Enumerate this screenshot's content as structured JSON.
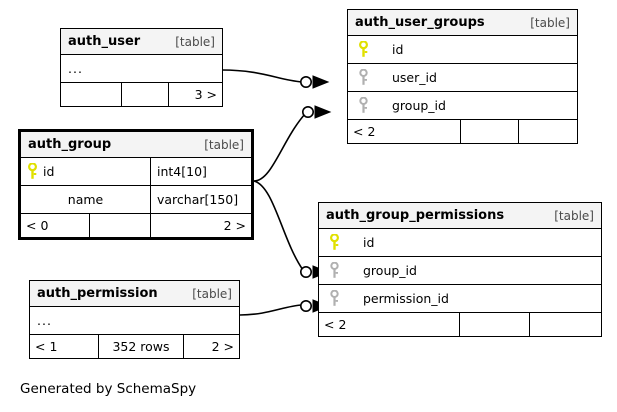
{
  "diagram": {
    "credit": "Generated by SchemaSpy",
    "kind_label": "[table]",
    "ellipsis": "...",
    "colors": {
      "primary_key": "#e8e800",
      "foreign_key": "#b0b0b0",
      "header_bg": "#f4f4f4",
      "border": "#000000",
      "background": "#ffffff"
    },
    "tables": [
      {
        "id": "auth_user",
        "name": "auth_user",
        "kind": "[table]",
        "focused": false,
        "collapsed": true,
        "columns": [],
        "footer": [
          "",
          "",
          "3 >"
        ]
      },
      {
        "id": "auth_group",
        "name": "auth_group",
        "kind": "[table]",
        "focused": true,
        "collapsed": false,
        "columns": [
          {
            "key": "primary",
            "name": "id",
            "type": "int4[10]"
          },
          {
            "key": "none",
            "name": "name",
            "type": "varchar[150]"
          }
        ],
        "footer": [
          "< 0",
          "",
          "2 >"
        ]
      },
      {
        "id": "auth_permission",
        "name": "auth_permission",
        "kind": "[table]",
        "focused": false,
        "collapsed": true,
        "columns": [],
        "footer": [
          "< 1",
          "352 rows",
          "2 >"
        ]
      },
      {
        "id": "auth_user_groups",
        "name": "auth_user_groups",
        "kind": "[table]",
        "focused": false,
        "collapsed": false,
        "columns": [
          {
            "key": "primary",
            "name": "id",
            "type": ""
          },
          {
            "key": "foreign",
            "name": "user_id",
            "type": ""
          },
          {
            "key": "foreign",
            "name": "group_id",
            "type": ""
          }
        ],
        "footer": [
          "< 2",
          "",
          ""
        ]
      },
      {
        "id": "auth_group_permissions",
        "name": "auth_group_permissions",
        "kind": "[table]",
        "focused": false,
        "collapsed": false,
        "columns": [
          {
            "key": "primary",
            "name": "id",
            "type": ""
          },
          {
            "key": "foreign",
            "name": "group_id",
            "type": ""
          },
          {
            "key": "foreign",
            "name": "permission_id",
            "type": ""
          }
        ],
        "footer": [
          "< 2",
          "",
          ""
        ]
      }
    ],
    "relationships": [
      {
        "from": "auth_user",
        "to": "auth_user_groups",
        "to_column": "user_id"
      },
      {
        "from": "auth_group",
        "to": "auth_user_groups",
        "to_column": "group_id"
      },
      {
        "from": "auth_group",
        "to": "auth_group_permissions",
        "to_column": "group_id"
      },
      {
        "from": "auth_permission",
        "to": "auth_group_permissions",
        "to_column": "permission_id"
      }
    ]
  }
}
